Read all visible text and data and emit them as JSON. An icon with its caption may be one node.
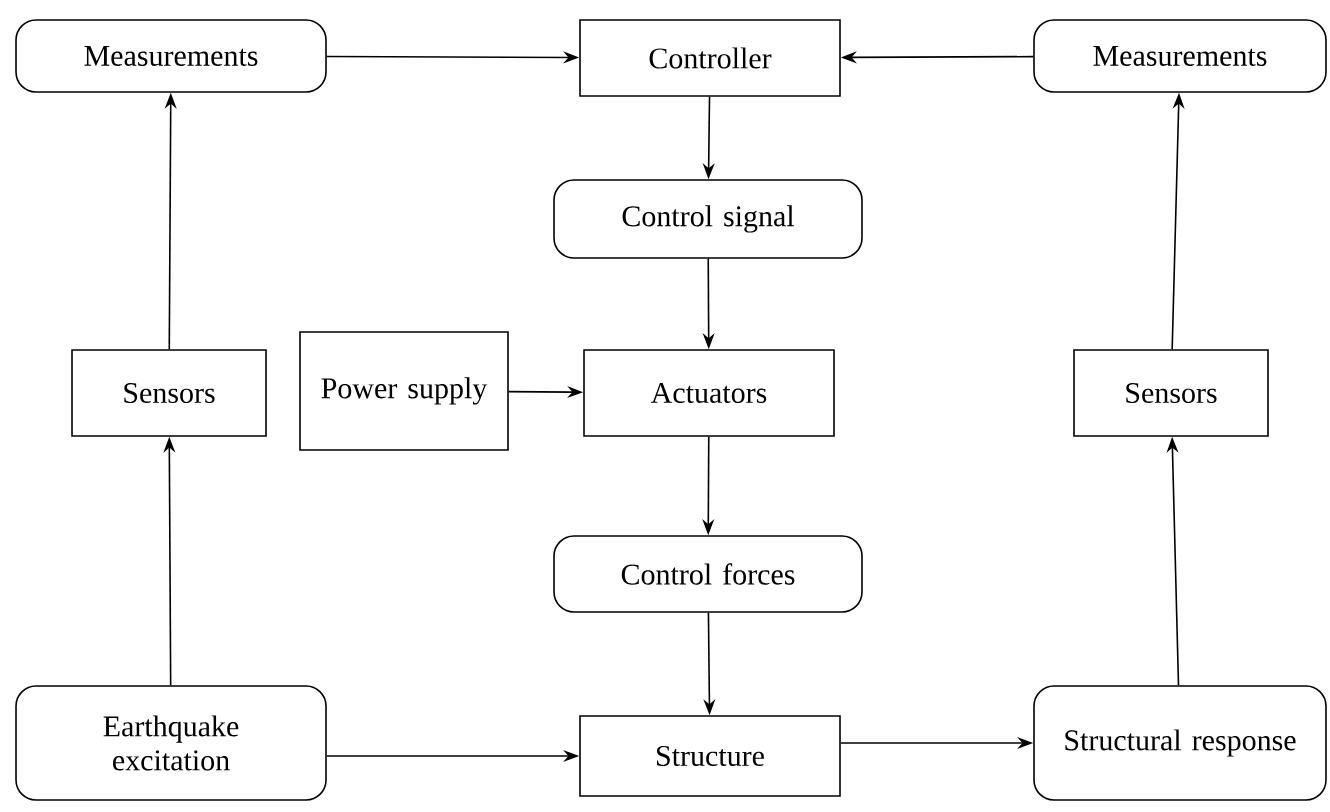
{
  "diagram": {
    "nodes": [
      {
        "text": [
          "Measurements"
        ]
      },
      {
        "text": [
          "Controller"
        ]
      },
      {
        "text": [
          "Measurements"
        ]
      },
      {
        "text": [
          "Control signal"
        ]
      },
      {
        "text": [
          "Sensors"
        ]
      },
      {
        "text": [
          "Power supply"
        ]
      },
      {
        "text": [
          "Actuators"
        ]
      },
      {
        "text": [
          "Sensors"
        ]
      },
      {
        "text": [
          "Control forces"
        ]
      },
      {
        "text": [
          "Earthquake excitation"
        ]
      },
      {
        "text": [
          "Structure"
        ]
      },
      {
        "text": [
          "Structural response"
        ]
      }
    ],
    "edges": [
      {
        "from": 0,
        "to": 1,
        "arrow": "to"
      },
      {
        "from": 2,
        "to": 1,
        "arrow": "to"
      },
      {
        "from": 1,
        "to": 3,
        "arrow": "to"
      },
      {
        "from": 3,
        "to": 6,
        "arrow": "to"
      },
      {
        "from": 5,
        "to": 6,
        "arrow": "to"
      },
      {
        "from": 6,
        "to": 8,
        "arrow": "to"
      },
      {
        "from": 8,
        "to": 10,
        "arrow": "to"
      },
      {
        "from": 9,
        "to": 10,
        "arrow": "to"
      },
      {
        "from": 10,
        "to": 11,
        "arrow": "to"
      },
      {
        "from": 9,
        "to": 4,
        "arrow": "to"
      },
      {
        "from": 4,
        "to": 0,
        "arrow": "to"
      },
      {
        "from": 11,
        "to": 7,
        "arrow": "to"
      },
      {
        "from": 7,
        "to": 2,
        "arrow": "to"
      }
    ]
  }
}
